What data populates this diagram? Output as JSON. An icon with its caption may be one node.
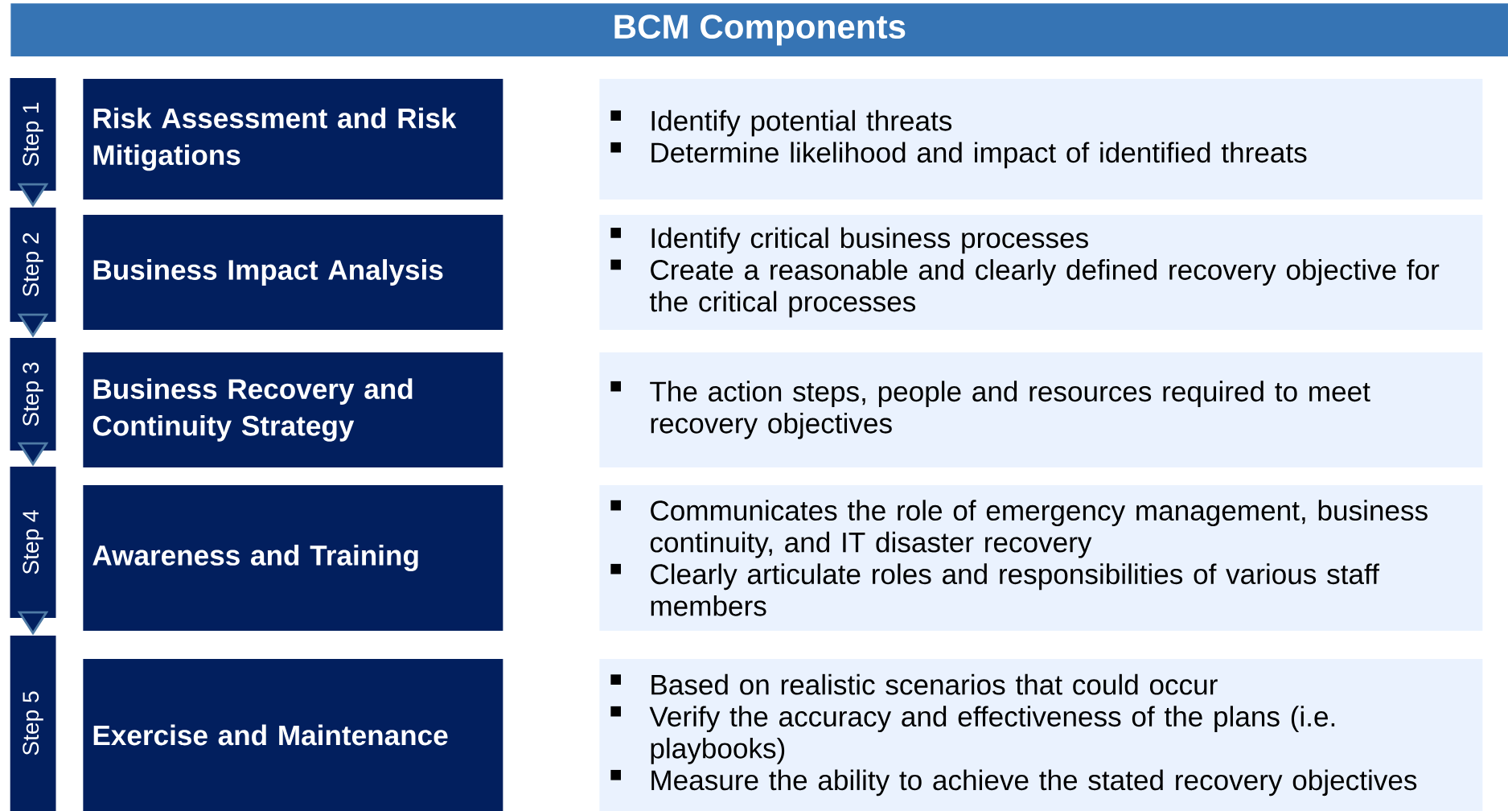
{
  "diagram": {
    "title": "BCM Components",
    "nodes": [
      {
        "text": [
          "Step 1"
        ]
      },
      {
        "text": [
          "Risk Assessment and Risk Mitigations"
        ]
      },
      {
        "text": [
          "Identify potential threats",
          "Determine likelihood and impact of identified threats"
        ]
      },
      {
        "text": [
          "Step 2"
        ]
      },
      {
        "text": [
          "Business Impact Analysis"
        ]
      },
      {
        "text": [
          "Identify critical business processes",
          "Create a reasonable and clearly defined recovery objective for the critical processes"
        ]
      },
      {
        "text": [
          "Step 3"
        ]
      },
      {
        "text": [
          "Business Recovery and Continuity Strategy"
        ]
      },
      {
        "text": [
          "The action steps, people and resources required to meet recovery objectives"
        ]
      },
      {
        "text": [
          "Step 4"
        ]
      },
      {
        "text": [
          "Awareness and Training"
        ]
      },
      {
        "text": [
          "Communicates the role of emergency management, business continuity, and IT disaster recovery",
          "Clearly articulate roles and responsibilities of various staff members"
        ]
      },
      {
        "text": [
          "Step 5"
        ]
      },
      {
        "text": [
          "Exercise and Maintenance"
        ]
      },
      {
        "text": [
          "Based on realistic scenarios that could occur",
          "Verify the accuracy and effectiveness of the plans (i.e. playbooks)",
          "Measure the ability to achieve the stated recovery objectives"
        ]
      }
    ],
    "edges": [
      {
        "from": 0,
        "to": 3,
        "arrow": "to"
      },
      {
        "from": 3,
        "to": 6,
        "arrow": "to"
      },
      {
        "from": 6,
        "to": 9,
        "arrow": "to"
      },
      {
        "from": 9,
        "to": 12,
        "arrow": "to"
      }
    ]
  }
}
